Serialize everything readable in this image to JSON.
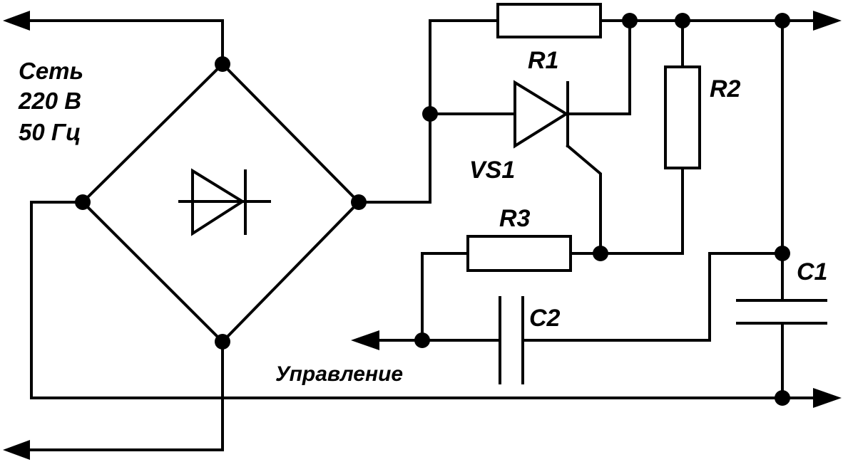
{
  "diagram": {
    "mains_label": [
      "Сеть",
      "220 В",
      "50 Гц"
    ],
    "control_label": "Управление",
    "components": {
      "r1": "R1",
      "r2": "R2",
      "r3": "R3",
      "vs1": "VS1",
      "c1": "C1",
      "c2": "C2"
    }
  }
}
